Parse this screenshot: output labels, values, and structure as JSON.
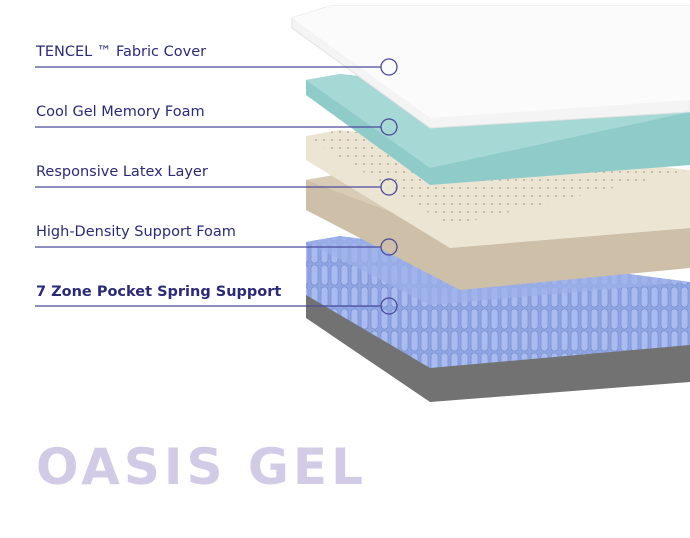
{
  "layers": [
    {
      "label": "TENCEL ™ Fabric Cover",
      "bold": false
    },
    {
      "label": "Cool Gel Memory Foam",
      "bold": false
    },
    {
      "label": "Responsive Latex Layer",
      "bold": false
    },
    {
      "label": "High-Density Support Foam",
      "bold": false
    },
    {
      "label": "7 Zone Pocket Spring Support",
      "bold": true
    }
  ],
  "title": "OASIS GEL",
  "colors": {
    "text": "#2b2a78",
    "line": "#4b4a9c",
    "title": "#d2cbe6",
    "gel": "#8fcbc9",
    "latex": "#ece5d4",
    "foam": "#cdbfa8",
    "springs": "#8fa5e2",
    "base": "#727272"
  }
}
